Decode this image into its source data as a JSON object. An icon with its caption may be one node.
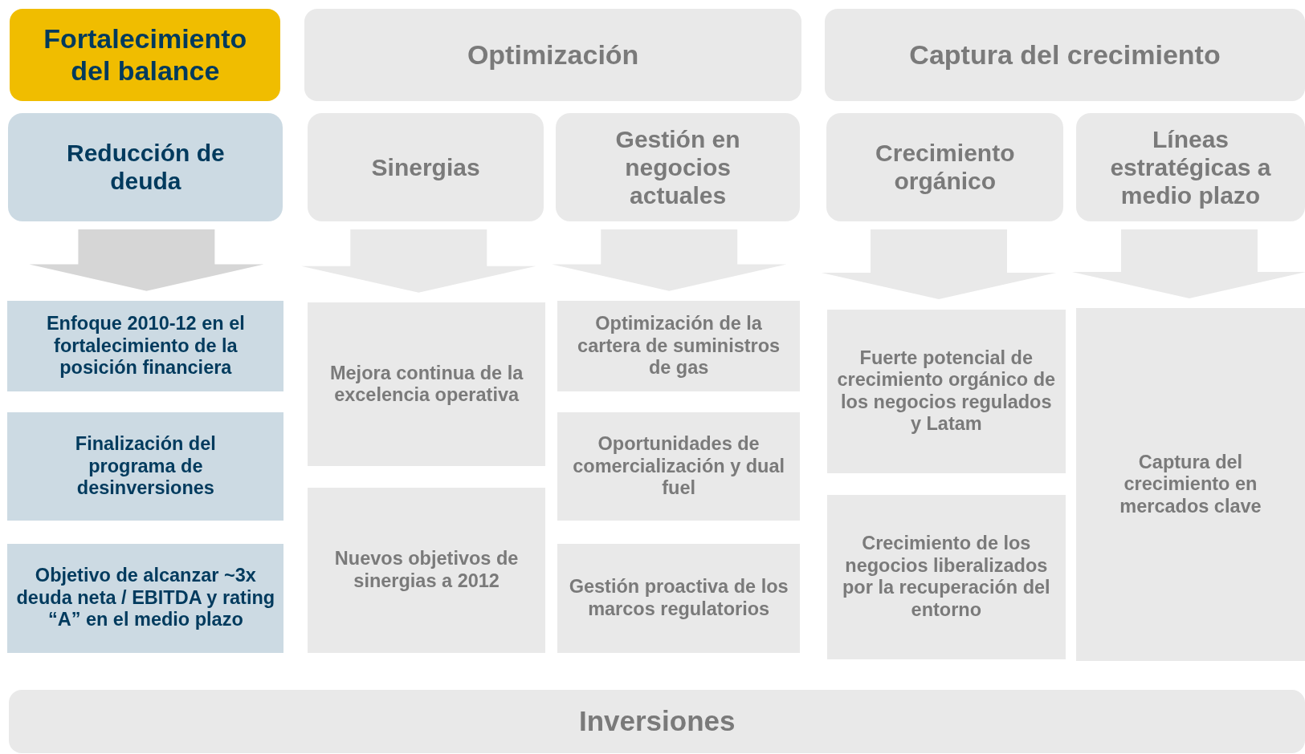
{
  "diagram": {
    "nodes": [
      {
        "text": [
          "Fortalecimiento del balance"
        ]
      },
      {
        "text": [
          "Optimización"
        ]
      },
      {
        "text": [
          "Captura del crecimiento"
        ]
      },
      {
        "text": [
          "Reducción de deuda"
        ]
      },
      {
        "text": [
          "Sinergias"
        ]
      },
      {
        "text": [
          "Gestión en negocios actuales"
        ]
      },
      {
        "text": [
          "Crecimiento orgánico"
        ]
      },
      {
        "text": [
          "Líneas estratégicas a medio plazo"
        ]
      },
      {
        "text": [
          "Enfoque 2010-12 en el fortalecimiento de la posición financiera"
        ]
      },
      {
        "text": [
          "Finalización del programa de desinversiones"
        ]
      },
      {
        "text": [
          "Objetivo de alcanzar ~3x deuda neta / EBITDA y rating “A” en el medio plazo"
        ]
      },
      {
        "text": [
          "Mejora continua de la excelencia operativa"
        ]
      },
      {
        "text": [
          "Nuevos objetivos de sinergias a 2012"
        ]
      },
      {
        "text": [
          "Optimización de la cartera de suministros de gas"
        ]
      },
      {
        "text": [
          "Oportunidades de comercialización y dual fuel"
        ]
      },
      {
        "text": [
          "Gestión proactiva de los marcos regulatorios"
        ]
      },
      {
        "text": [
          "Fuerte potencial de crecimiento orgánico de los negocios regulados y Latam"
        ]
      },
      {
        "text": [
          "Crecimiento de los negocios liberalizados por la recuperación del entorno"
        ]
      },
      {
        "text": [
          "Captura del crecimiento en mercados clave"
        ]
      },
      {
        "text": [
          "Inversiones"
        ]
      }
    ],
    "edges": [
      {
        "from": 3,
        "to": 8,
        "arrow": "to",
        "color": "#d6d6d6"
      },
      {
        "from": 4,
        "to": 11,
        "arrow": "to"
      },
      {
        "from": 5,
        "to": 13,
        "arrow": "to"
      },
      {
        "from": 6,
        "to": 16,
        "arrow": "to"
      },
      {
        "from": 7,
        "to": 18,
        "arrow": "to"
      }
    ]
  }
}
